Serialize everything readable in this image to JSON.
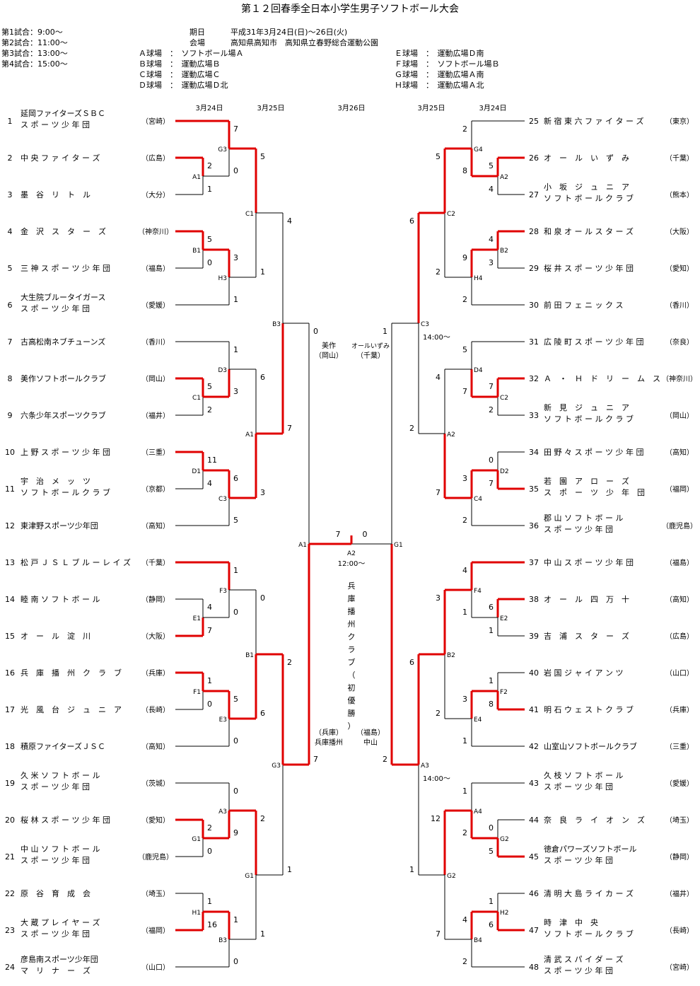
{
  "title": "第１２回春季全日本小学生男子ソフトボール大会",
  "game_times": [
    "第1試合：9:00～",
    "第2試合：11:00～",
    "第3試合：13:00～",
    "第4試合：15:00～"
  ],
  "period_label": "期日",
  "period": "平成31年3月24日(日)～26日(火)",
  "venue_label": "会場",
  "venue": "高知県高知市　高知県立春野総合運動公園",
  "fields_left": [
    {
      "name": "Ａ球場",
      "place": "ソフトボール場Ａ"
    },
    {
      "name": "Ｂ球場",
      "place": "運動広場Ｂ"
    },
    {
      "name": "Ｃ球場",
      "place": "運動広場Ｃ"
    },
    {
      "name": "Ｄ球場",
      "place": "運動広場Ｄ北"
    }
  ],
  "fields_right": [
    {
      "name": "Ｅ球場",
      "place": "運動広場Ｄ南"
    },
    {
      "name": "Ｆ球場",
      "place": "ソフトボール場Ｂ"
    },
    {
      "name": "Ｇ球場",
      "place": "運動広場Ａ南"
    },
    {
      "name": "Ｈ球場",
      "place": "運動広場Ａ北"
    }
  ],
  "day_headers": [
    "3月24日",
    "3月25日",
    "3月26日",
    "3月25日",
    "3月24日"
  ],
  "teams": [
    {
      "no": "1",
      "name": [
        "延岡ファイターズＳＢＣ",
        "ス ポ ー ツ 少 年 団"
      ],
      "pref": "（宮崎）"
    },
    {
      "no": "2",
      "name": [
        "中 央 フ ァ イ タ ー ズ"
      ],
      "pref": "（広島）"
    },
    {
      "no": "3",
      "name": [
        "墨　谷　リ　ト　ル"
      ],
      "pref": "（大分）"
    },
    {
      "no": "4",
      "name": [
        "金　沢　ス　タ　ー　ズ"
      ],
      "pref": "（神奈川）"
    },
    {
      "no": "5",
      "name": [
        "三 神 ス ポ ー ツ 少 年 団"
      ],
      "pref": "（福島）"
    },
    {
      "no": "6",
      "name": [
        "大生院ブルータイガース",
        "ス ポ ー ツ 少 年 団"
      ],
      "pref": "（愛媛）"
    },
    {
      "no": "7",
      "name": [
        "古高松南ネブチューンズ"
      ],
      "pref": "（香川）"
    },
    {
      "no": "8",
      "name": [
        "美作ソフトボールクラブ"
      ],
      "pref": "（岡山）"
    },
    {
      "no": "9",
      "name": [
        "六条少年スポーツクラブ"
      ],
      "pref": "（福井）"
    },
    {
      "no": "10",
      "name": [
        "上 野 ス ポ ー ツ 少 年 団"
      ],
      "pref": "（三重）"
    },
    {
      "no": "11",
      "name": [
        "宇　治　メ　ッ　ツ",
        "ソ フ ト ボ ー ル ク ラ ブ"
      ],
      "pref": "（京都）"
    },
    {
      "no": "12",
      "name": [
        "東津野スポーツ少年団"
      ],
      "pref": "（高知）"
    },
    {
      "no": "13",
      "name": [
        "松 戸 Ｊ Ｓ Ｌ ブ ル ー レ イ ズ"
      ],
      "pref": "（千葉）"
    },
    {
      "no": "14",
      "name": [
        "睦 南 ソ フ ト ボ ー ル"
      ],
      "pref": "（静岡）"
    },
    {
      "no": "15",
      "name": [
        "オ　ー　ル　淀　川"
      ],
      "pref": "（大阪）"
    },
    {
      "no": "16",
      "name": [
        "兵　庫　播　州　ク　ラ　ブ"
      ],
      "pref": "（兵庫）"
    },
    {
      "no": "17",
      "name": [
        "光　風　台　ジ　ュ　ニ　ア"
      ],
      "pref": "（長崎）"
    },
    {
      "no": "18",
      "name": [
        "積原ファイターズＪＳＣ"
      ],
      "pref": "（高知）"
    },
    {
      "no": "19",
      "name": [
        "久 米 ソ フ ト ボ ー ル",
        "ス ポ ー ツ 少 年 団"
      ],
      "pref": "（茨城）"
    },
    {
      "no": "20",
      "name": [
        "桜 林 ス ポ ー ツ 少 年 団"
      ],
      "pref": "（愛知）"
    },
    {
      "no": "21",
      "name": [
        "中 山 ソ フ ト ボ ー ル",
        "ス ポ ー ツ 少 年 団"
      ],
      "pref": "（鹿児島）"
    },
    {
      "no": "22",
      "name": [
        "原　谷　育　成　会"
      ],
      "pref": "（埼玉）"
    },
    {
      "no": "23",
      "name": [
        "大 蔵 プ レ イ ヤ ー ズ",
        "ス ポ ー ツ 少 年 団"
      ],
      "pref": "（福岡）"
    },
    {
      "no": "24",
      "name": [
        "彦島南スポーツ少年団",
        "マ　リ　ナ　ー　ズ"
      ],
      "pref": "（山口）"
    },
    {
      "no": "25",
      "name": [
        "新 宿 東 六 フ ァ イ タ ー ズ"
      ],
      "pref": "（東京）"
    },
    {
      "no": "26",
      "name": [
        "オ　ー　ル　い　ず　み"
      ],
      "pref": "（千葉）"
    },
    {
      "no": "27",
      "name": [
        "小　坂　ジ　ュ　ニ　ア",
        "ソ フ ト ボ ー ル ク ラ ブ"
      ],
      "pref": "（熊本）"
    },
    {
      "no": "28",
      "name": [
        "和 泉 オ ー ル ス タ ー ズ"
      ],
      "pref": "（大阪）"
    },
    {
      "no": "29",
      "name": [
        "桜 井 ス ポ ー ツ 少 年 団"
      ],
      "pref": "（愛知）"
    },
    {
      "no": "30",
      "name": [
        "前 田 フ ェ ニ ッ ク ス"
      ],
      "pref": "（香川）"
    },
    {
      "no": "31",
      "name": [
        "広 陵 町 ス ポ ー ツ 少 年 団"
      ],
      "pref": "（奈良）"
    },
    {
      "no": "32",
      "name": [
        "Ａ　・　Ｈ　ド　リ　ー　ム　ス"
      ],
      "pref": "（神奈川）"
    },
    {
      "no": "33",
      "name": [
        "新　見　ジ　ュ　ニ　ア",
        "ソ フ ト ボ ー ル ク ラ ブ"
      ],
      "pref": "（岡山）"
    },
    {
      "no": "34",
      "name": [
        "田 野 々 ス ポ ー ツ 少 年 団"
      ],
      "pref": "（高知）"
    },
    {
      "no": "35",
      "name": [
        "若　園　ア　ロ　ー　ズ",
        "ス　ポ　ー　ツ　少　年　団"
      ],
      "pref": "（福岡）"
    },
    {
      "no": "36",
      "name": [
        "郡 山 ソ フ ト ボ ー ル",
        "ス ポ ー ツ 少 年 団"
      ],
      "pref": "（鹿児島）"
    },
    {
      "no": "37",
      "name": [
        "中 山 ス ポ ー ツ 少 年 団"
      ],
      "pref": "（福島）"
    },
    {
      "no": "38",
      "name": [
        "オ　ー　ル　四　万　十"
      ],
      "pref": "（高知）"
    },
    {
      "no": "39",
      "name": [
        "吉　浦　ス　タ　ー　ズ"
      ],
      "pref": "（広島）"
    },
    {
      "no": "40",
      "name": [
        "岩 国 ジ ャ イ ア ン ツ"
      ],
      "pref": "（山口）"
    },
    {
      "no": "41",
      "name": [
        "明 石 ウ ェ ス ト ク ラ ブ"
      ],
      "pref": "（兵庫）"
    },
    {
      "no": "42",
      "name": [
        "山室山ソフトボールクラブ"
      ],
      "pref": "（三重）"
    },
    {
      "no": "43",
      "name": [
        "久 枝 ソ フ ト ボ ー ル",
        "ス ポ ー ツ 少 年 団"
      ],
      "pref": "（愛媛）"
    },
    {
      "no": "44",
      "name": [
        "奈　良　ラ　イ　オ　ン　ズ"
      ],
      "pref": "（埼玉）"
    },
    {
      "no": "45",
      "name": [
        "徳倉パワーズソフトボール",
        "ス ポ ー ツ 少 年 団"
      ],
      "pref": "（静岡）"
    },
    {
      "no": "46",
      "name": [
        "清 明 大 島 ラ イ カ ー ズ"
      ],
      "pref": "（福井）"
    },
    {
      "no": "47",
      "name": [
        "時　津　中　央",
        "ソ フ ト ボ ー ル ク ラ ブ"
      ],
      "pref": "（長崎）"
    },
    {
      "no": "48",
      "name": [
        "清 武 ス パ イ ダ ー ズ",
        "ス ポ ー ツ 少 年 団"
      ],
      "pref": "（宮崎）"
    }
  ],
  "first_round": [
    {
      "side": "L",
      "code": "A1",
      "a": 2,
      "b": 3,
      "sa": "2",
      "sb": "1",
      "winner": "a"
    },
    {
      "side": "L",
      "code": "B1",
      "a": 4,
      "b": 5,
      "sa": "5",
      "sb": "0",
      "winner": "a"
    },
    {
      "side": "L",
      "code": "C1",
      "a": 8,
      "b": 9,
      "sa": "5",
      "sb": "2",
      "winner": "a"
    },
    {
      "side": "L",
      "code": "D1",
      "a": 10,
      "b": 11,
      "sa": "11",
      "sb": "4",
      "winner": "a"
    },
    {
      "side": "L",
      "code": "E1",
      "a": 14,
      "b": 15,
      "sa": "4",
      "sb": "7",
      "winner": "b"
    },
    {
      "side": "L",
      "code": "F1",
      "a": 16,
      "b": 17,
      "sa": "1",
      "sb": "0",
      "winner": "a"
    },
    {
      "side": "L",
      "code": "G1",
      "a": 20,
      "b": 21,
      "sa": "2",
      "sb": "0",
      "winner": "a"
    },
    {
      "side": "L",
      "code": "H1",
      "a": 22,
      "b": 23,
      "sa": "1",
      "sb": "16",
      "winner": "b"
    },
    {
      "side": "R",
      "code": "A2",
      "a": 26,
      "b": 27,
      "sa": "5",
      "sb": "4",
      "winner": "a"
    },
    {
      "side": "R",
      "code": "B2",
      "a": 28,
      "b": 29,
      "sa": "4",
      "sb": "3",
      "winner": "a"
    },
    {
      "side": "R",
      "code": "C2",
      "a": 32,
      "b": 33,
      "sa": "7",
      "sb": "2",
      "winner": "a"
    },
    {
      "side": "R",
      "code": "D2",
      "a": 34,
      "b": 35,
      "sa": "0",
      "sb": "7",
      "winner": "b"
    },
    {
      "side": "R",
      "code": "E2",
      "a": 38,
      "b": 39,
      "sa": "6",
      "sb": "1",
      "winner": "a"
    },
    {
      "side": "R",
      "code": "F2",
      "a": 40,
      "b": 41,
      "sa": "1",
      "sb": "8",
      "winner": "b"
    },
    {
      "side": "R",
      "code": "G2",
      "a": 44,
      "b": 45,
      "sa": "0",
      "sb": "5",
      "winner": "b"
    },
    {
      "side": "R",
      "code": "H2",
      "a": 46,
      "b": 47,
      "sa": "1",
      "sb": "6",
      "winner": "b"
    }
  ],
  "second_round": [
    {
      "side": "L",
      "code": "G3",
      "a": 1,
      "b": "A1",
      "sa": "7",
      "sb": "0",
      "winner": "a"
    },
    {
      "side": "L",
      "code": "H3",
      "a": "B1",
      "b": 6,
      "sa": "3",
      "sb": "1",
      "winner": "a"
    },
    {
      "side": "L",
      "code": "D3",
      "a": 7,
      "b": "C1",
      "sa": "1",
      "sb": "3",
      "winner": "b"
    },
    {
      "side": "L",
      "code": "C3",
      "a": "D1",
      "b": 12,
      "sa": "6",
      "sb": "5",
      "winner": "a"
    },
    {
      "side": "L",
      "code": "F3",
      "a": 13,
      "b": "E1",
      "sa": "1",
      "sb": "0",
      "winner": "a"
    },
    {
      "side": "L",
      "code": "E3",
      "a": "F1",
      "b": 18,
      "sa": "5",
      "sb": "0",
      "winner": "a"
    },
    {
      "side": "L",
      "code": "A3",
      "a": 19,
      "b": "G1",
      "sa": "0",
      "sb": "9",
      "winner": "b"
    },
    {
      "side": "L",
      "code": "B3",
      "a": "H1",
      "b": 24,
      "sa": "1",
      "sb": "0",
      "winner": "a"
    },
    {
      "side": "R",
      "code": "G4",
      "a": 25,
      "b": "A2",
      "sa": "2",
      "sb": "8",
      "winner": "b"
    },
    {
      "side": "R",
      "code": "H4",
      "a": "B2",
      "b": 30,
      "sa": "9",
      "sb": "2",
      "winner": "a"
    },
    {
      "side": "R",
      "code": "D4",
      "a": 31,
      "b": "C2",
      "sa": "5",
      "sb": "7",
      "winner": "b"
    },
    {
      "side": "R",
      "code": "C4",
      "a": "D2",
      "b": 36,
      "sa": "3",
      "sb": "2",
      "winner": "a"
    },
    {
      "side": "R",
      "code": "F4",
      "a": 37,
      "b": "E2",
      "sa": "4",
      "sb": "1",
      "winner": "a"
    },
    {
      "side": "R",
      "code": "E4",
      "a": "F2",
      "b": 42,
      "sa": "3",
      "sb": "1",
      "winner": "a"
    },
    {
      "side": "R",
      "code": "A4",
      "a": 43,
      "b": "G2",
      "sa": "1",
      "sb": "2",
      "winner": "b"
    },
    {
      "side": "R",
      "code": "B4",
      "a": "H2",
      "b": 48,
      "sa": "4",
      "sb": "2",
      "winner": "a"
    }
  ],
  "third_round": [
    {
      "side": "L",
      "code": "C1",
      "a": "G3",
      "b": "H3",
      "sa": "5",
      "sb": "1",
      "winner": "a"
    },
    {
      "side": "L",
      "code": "A1",
      "a": "D3",
      "b": "C3",
      "sa": "6",
      "sb": "3",
      "winner": "b"
    },
    {
      "side": "L",
      "code": "B1",
      "a": "F3",
      "b": "E3",
      "sa": "0",
      "sb": "6",
      "winner": "b"
    },
    {
      "side": "L",
      "code": "G1",
      "a": "A3",
      "b": "B3",
      "sa": "2",
      "sb": "1",
      "winner": "a"
    },
    {
      "side": "R",
      "code": "C2",
      "a": "G4",
      "b": "H4",
      "sa": "5",
      "sb": "2",
      "winner": "a"
    },
    {
      "side": "R",
      "code": "A2",
      "a": "D4",
      "b": "C4",
      "sa": "4",
      "sb": "7",
      "winner": "b"
    },
    {
      "side": "R",
      "code": "B2",
      "a": "F4",
      "b": "E4",
      "sa": "3",
      "sb": "2",
      "winner": "a"
    },
    {
      "side": "R",
      "code": "G2",
      "a": "A4",
      "b": "B4",
      "sa": "12",
      "sb": "7",
      "winner": "a"
    }
  ],
  "quarter_final": [
    {
      "side": "L",
      "code": "B3",
      "a": "C1",
      "b": "A1",
      "sa": "4",
      "sb": "7",
      "winner": "b"
    },
    {
      "side": "L",
      "code": "G3",
      "a": "B1",
      "b": "G1",
      "sa": "2",
      "sb": "1",
      "winner": "a"
    },
    {
      "side": "R",
      "code": "C3",
      "a": "C2",
      "b": "A2",
      "sa": "6",
      "sb": "2",
      "winner": "a"
    },
    {
      "side": "R",
      "code": "A3",
      "a": "B2",
      "b": "G2",
      "sa": "6",
      "sb": "1",
      "winner": "a"
    }
  ],
  "semi_final": [
    {
      "side": "L",
      "code": "A1",
      "a": "B3",
      "b": "G3",
      "sa": "0",
      "sb": "7",
      "winner": "b"
    },
    {
      "side": "R",
      "code": "G1",
      "a": "C3",
      "b": "A3",
      "sa": "1",
      "sb": "2",
      "winner": "b"
    }
  ],
  "final": {
    "code": "A2",
    "time": "12:00～",
    "left_score": "7",
    "right_score": "0",
    "champion_text": "兵庫播州クラブ（初優勝）"
  },
  "time_notes": [
    {
      "after": "C3",
      "text": "14:00～"
    },
    {
      "after": "A3",
      "text": "14:00～"
    }
  ],
  "semi_winners": [
    {
      "name": "美作",
      "pref": "（岡山）"
    },
    {
      "name": "オールいずみ",
      "pref": "（千葉）"
    },
    {
      "name": "兵庫播州",
      "pref": "（兵庫）"
    },
    {
      "name": "中山",
      "pref": "（福島）"
    }
  ],
  "colors": {
    "win": "#e00000",
    "line": "#000000"
  }
}
